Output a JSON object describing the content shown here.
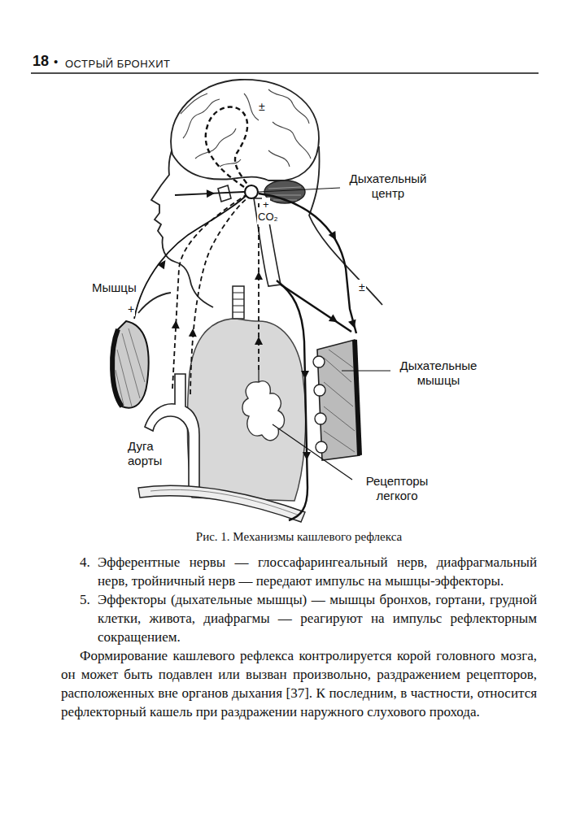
{
  "diagram": {
    "caption": "Рис. 1. Механизмы кашлевого рефлекса",
    "labels": [
      "18",
      "•",
      "ОСТРЫЙ БРОНХИТ",
      "±",
      "Дыхательный центр",
      "+",
      "CO₂",
      "±",
      "Мышцы",
      "+",
      "Дыхательные мышцы",
      "Дуга аорты",
      "Рецепторы легкого",
      "4.",
      "Эфферентные нервы — глоссафарингеальный нерв, диафрагмальный нерв, тройничный нерв — передают импульс на мышцы-эффекторы.",
      "5.",
      "Эффекторы (дыхательные мышцы) — мышцы бронхов, гортани, грудной клетки, живота, диафрагмы — реагируют на импульс рефлекторным сокращением.",
      "Формирование кашлевого рефлекса контролируется корой головного мозга, он может быть подавлен или вызван произвольно, раздражением рецепторов, расположенных вне органов дыхания [37]. К последним, в частности, относится рефлекторный кашель при раздражении наружного слухового прохода."
    ]
  }
}
